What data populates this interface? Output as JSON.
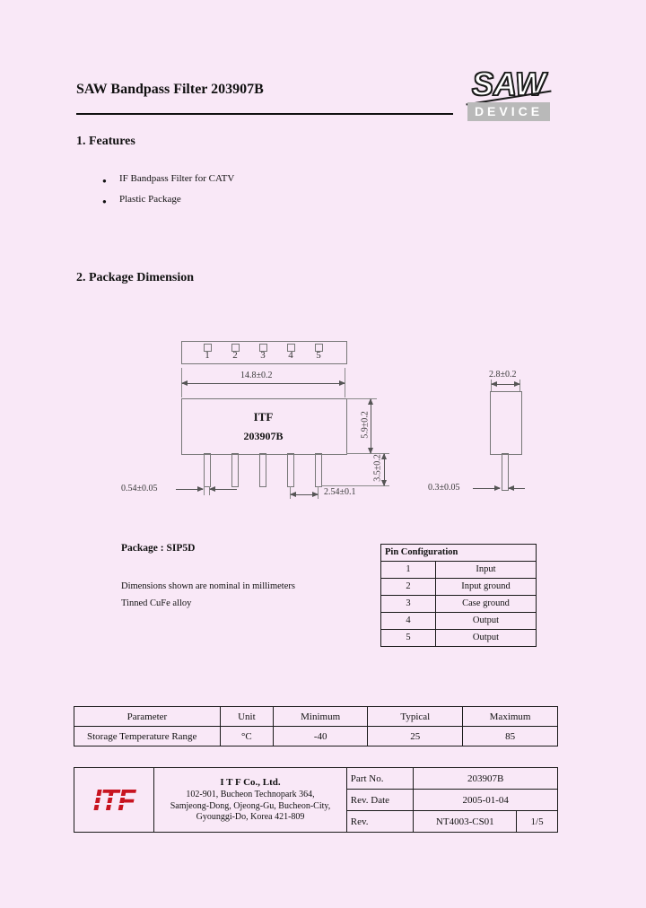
{
  "header": {
    "title": "SAW Bandpass Filter 203907B",
    "logo_saw": "SAW",
    "logo_device": "DEVICE"
  },
  "features": {
    "heading": "1. Features",
    "bullet_glyph": "●",
    "items": [
      "IF Bandpass Filter for CATV",
      "Plastic Package"
    ]
  },
  "dimension_section": {
    "heading": "2. Package Dimension",
    "pin_numbers": [
      "1",
      "2",
      "3",
      "4",
      "5"
    ],
    "chip_marking": {
      "line1": "ITF",
      "line2": "203907B"
    },
    "dims": {
      "body_width": "14.8±0.2",
      "body_height": "5.9±0.2",
      "lead_length": "3.5±0.2",
      "lead_width": "0.54±0.05",
      "lead_pitch": "2.54±0.1",
      "body_depth": "2.8±0.2",
      "lead_thickness": "0.3±0.05"
    },
    "package_label": "Package : SIP5D",
    "note_millimeters": "Dimensions shown are nominal in millimeters",
    "note_alloy": "Tinned CuFe alloy"
  },
  "pin_config": {
    "title": "Pin Configuration",
    "rows": [
      {
        "pin": "1",
        "desc": "Input"
      },
      {
        "pin": "2",
        "desc": "Input ground"
      },
      {
        "pin": "3",
        "desc": "Case ground"
      },
      {
        "pin": "4",
        "desc": "Output"
      },
      {
        "pin": "5",
        "desc": "Output"
      }
    ]
  },
  "spec_table": {
    "headers": [
      "Parameter",
      "Unit",
      "Minimum",
      "Typical",
      "Maximum"
    ],
    "row": {
      "parameter": "Storage Temperature Range",
      "unit": "°C",
      "minimum": "-40",
      "typical": "25",
      "maximum": "85"
    }
  },
  "footer": {
    "logo": "ITF",
    "company": "I T F   Co., Ltd.",
    "address_lines": [
      "102-901, Bucheon Technopark 364,",
      "Samjeong-Dong, Ojeong-Gu, Bucheon-City,",
      "Gyounggi-Do, Korea 421-809"
    ],
    "part_no_label": "Part No.",
    "part_no_value": "203907B",
    "rev_date_label": "Rev. Date",
    "rev_date_value": "2005-01-04",
    "rev_label": "Rev.",
    "rev_value": "NT4003-CS01",
    "page_value": "1/5"
  }
}
